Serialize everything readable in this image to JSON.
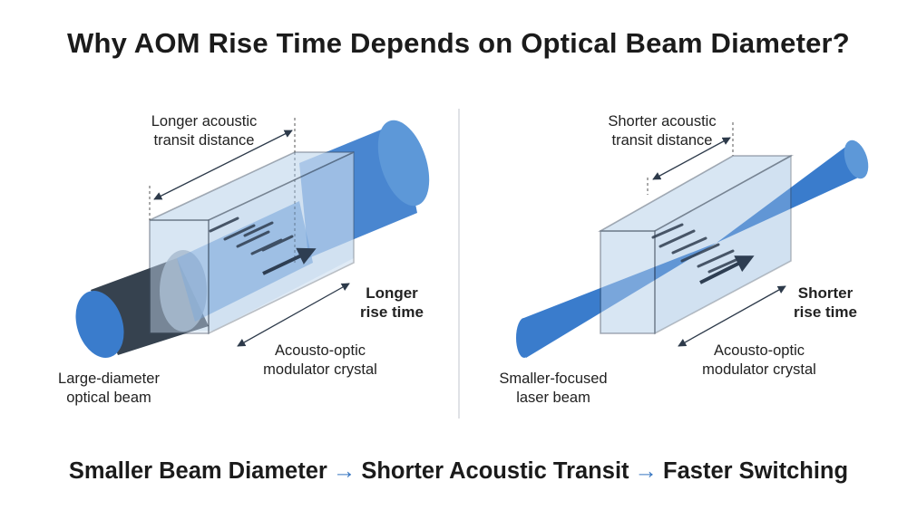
{
  "title": "Why AOM Rise Time Depends on Optical Beam Diameter?",
  "colors": {
    "beam_blue": "#3a7ccc",
    "beam_dark": "#36424f",
    "crystal_face": "#c7daef",
    "crystal_edge": "#3b4a5c",
    "arrow_accent": "#3a78c2"
  },
  "left_panel": {
    "transit_label_line1": "Longer acoustic",
    "transit_label_line2": "transit distance",
    "rise_time_line1": "Longer",
    "rise_time_line2": "rise time",
    "crystal_label_line1": "Acousto-optic",
    "crystal_label_line2": "modulator crystal",
    "beam_label_line1": "Large-diameter",
    "beam_label_line2": "optical beam"
  },
  "right_panel": {
    "transit_label_line1": "Shorter acoustic",
    "transit_label_line2": "transit distance",
    "rise_time_line1": "Shorter",
    "rise_time_line2": "rise time",
    "crystal_label_line1": "Acousto-optic",
    "crystal_label_line2": "modulator crystal",
    "beam_label_line1": "Smaller-focused",
    "beam_label_line2": "laser beam"
  },
  "bottom_line": {
    "part1": "Smaller Beam Diameter",
    "arrow": "→",
    "part2": "Shorter Acoustic Transit",
    "part3": "Faster Switching"
  }
}
